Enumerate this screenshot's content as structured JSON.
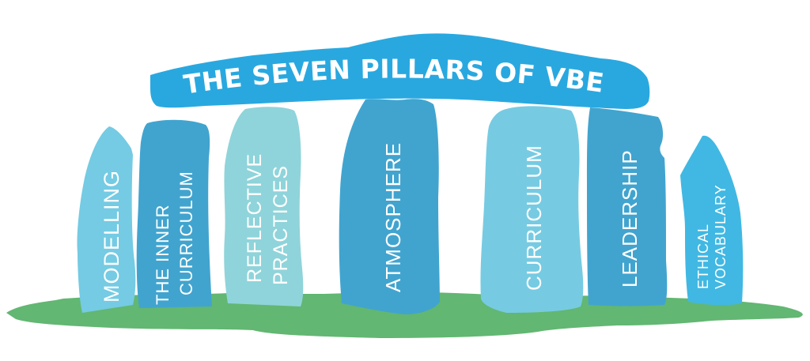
{
  "diagram": {
    "title": "THE SEVEN PILLARS OF VBE",
    "colors": {
      "lintel": "#29a8e0",
      "grass": "#62b772",
      "background": "#ffffff",
      "text": "#ffffff"
    },
    "pillars": [
      {
        "lines": [
          "MODELLING"
        ],
        "color": "#74cbe3"
      },
      {
        "lines": [
          "THE INNER",
          "CURRICULUM"
        ],
        "color": "#41a4cf"
      },
      {
        "lines": [
          "REFLECTIVE",
          "PRACTICES"
        ],
        "color": "#8fd4da"
      },
      {
        "lines": [
          "ATMOSPHERE"
        ],
        "color": "#41a4cf"
      },
      {
        "lines": [
          "CURRICULUM"
        ],
        "color": "#76cbe2"
      },
      {
        "lines": [
          "LEADERSHIP"
        ],
        "color": "#41a4cf"
      },
      {
        "lines": [
          "ETHICAL",
          "VOCABULARY"
        ],
        "color": "#40b8e3"
      }
    ]
  }
}
